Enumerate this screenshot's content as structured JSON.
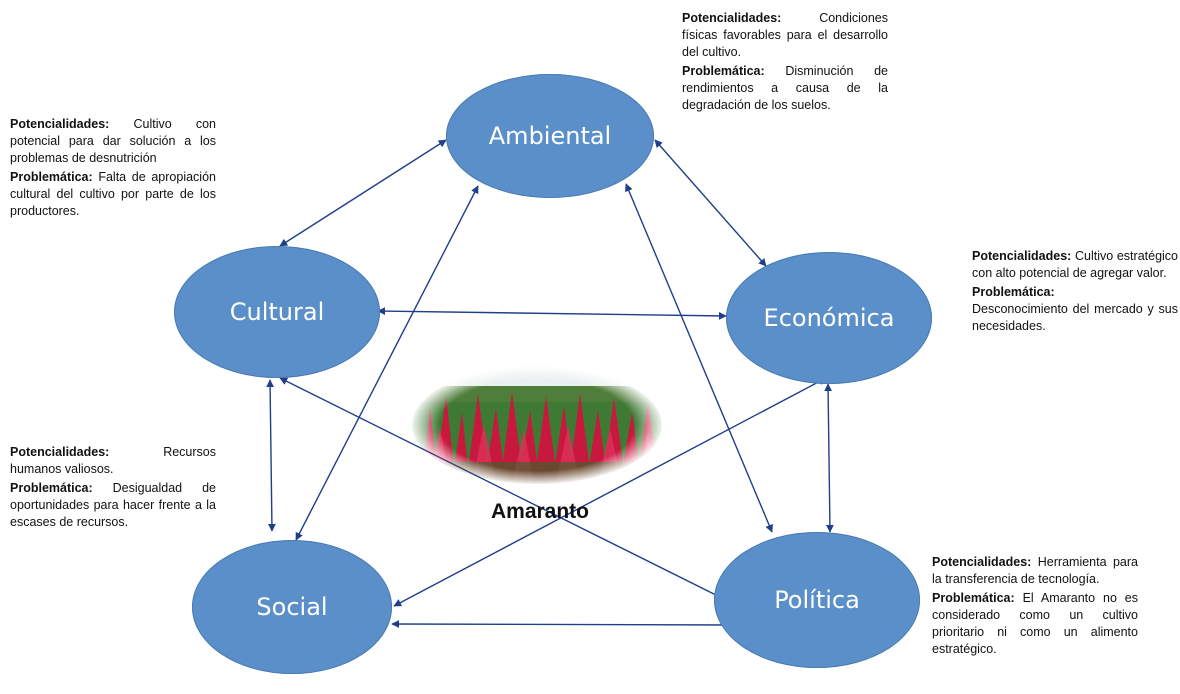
{
  "colors": {
    "node_fill": "#5b8fc9",
    "arrow": "#1f3f8a",
    "flower_red": "#c8183e",
    "foliage_green": "#3f7a34"
  },
  "nodes": {
    "ambiental": "Ambiental",
    "cultural": "Cultural",
    "economica": "Económica",
    "social": "Social",
    "politica": "Política"
  },
  "center": {
    "label": "Amaranto",
    "image_icon": "amaranth-field-photo"
  },
  "notes": {
    "ambiental": {
      "pot_label": "Potencialidades:",
      "pot_text": "Condiciones físicas favorables para el desarrollo del cultivo.",
      "prob_label": "Problemática:",
      "prob_text": "Disminución de rendimientos a causa de la degradación de los suelos."
    },
    "cultural": {
      "pot_label": "Potencialidades:",
      "pot_text": "Cultivo con potencial para dar solución a los problemas de desnutrición",
      "prob_label": "Problemática:",
      "prob_text": "Falta de apropiación cultural del cultivo por parte de los productores."
    },
    "economica": {
      "pot_label": "Potencialidades:",
      "pot_text": "Cultivo estratégico con alto potencial de agregar valor.",
      "prob_label": "Problemática:",
      "prob_text": "Desconocimiento del mercado y sus necesidades."
    },
    "social": {
      "pot_label": "Potencialidades:",
      "pot_text": "Recursos humanos valiosos.",
      "prob_label": "Problemática:",
      "prob_text": "Desigualdad de oportunidades para hacer frente a la escases de recursos."
    },
    "politica": {
      "pot_label": "Potencialidades:",
      "pot_text": "Herramienta para la transferencia de tecnología.",
      "prob_label": "Problemática:",
      "prob_text": "El Amaranto no es considerado como un cultivo prioritario ni como un alimento estratégico."
    }
  }
}
